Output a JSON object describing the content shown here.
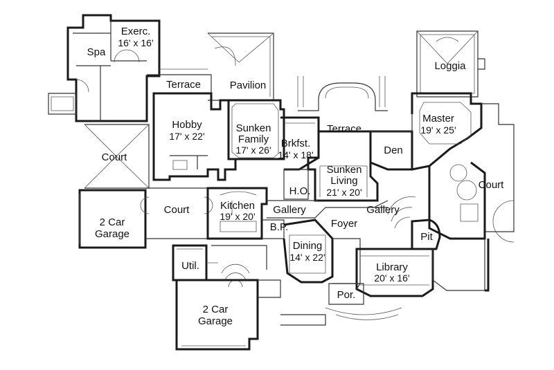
{
  "rooms": [
    {
      "key": "exercise",
      "name": "Exerc.",
      "size": "16' x 16'"
    },
    {
      "key": "spa",
      "name": "Spa",
      "size": ""
    },
    {
      "key": "terrace_left",
      "name": "Terrace",
      "size": ""
    },
    {
      "key": "pavilion",
      "name": "Pavilion",
      "size": ""
    },
    {
      "key": "loggia",
      "name": "Loggia",
      "size": ""
    },
    {
      "key": "hobby",
      "name": "Hobby",
      "size": "17' x 22'"
    },
    {
      "key": "sunken_family",
      "name": "Sunken",
      "name2": "Family",
      "size": "17' x 26'"
    },
    {
      "key": "breakfast",
      "name": "Brkfst.",
      "size": "14' x 18'"
    },
    {
      "key": "terrace_center",
      "name": "Terrace",
      "size": ""
    },
    {
      "key": "den",
      "name": "Den",
      "size": ""
    },
    {
      "key": "master",
      "name": "Master",
      "size": "19' x 25'"
    },
    {
      "key": "court_left",
      "name": "Court",
      "size": ""
    },
    {
      "key": "sunken_living",
      "name": "Sunken",
      "name2": "Living",
      "size": "21' x 20'"
    },
    {
      "key": "ho",
      "name": "H.O.",
      "size": ""
    },
    {
      "key": "court_right",
      "name": "Court",
      "size": ""
    },
    {
      "key": "court_mid",
      "name": "Court",
      "size": ""
    },
    {
      "key": "kitchen",
      "name": "Kitchen",
      "size": "19' x 20'"
    },
    {
      "key": "gallery_left",
      "name": "Gallery",
      "size": ""
    },
    {
      "key": "gallery_right",
      "name": "Gallery",
      "size": ""
    },
    {
      "key": "foyer",
      "name": "Foyer",
      "size": ""
    },
    {
      "key": "garage_left",
      "name": "2 Car",
      "name2": "Garage",
      "size": ""
    },
    {
      "key": "bp",
      "name": "B.P.",
      "size": ""
    },
    {
      "key": "pit",
      "name": "Pit",
      "size": ""
    },
    {
      "key": "dining",
      "name": "Dining",
      "size": "14' x 22'"
    },
    {
      "key": "util",
      "name": "Util.",
      "size": ""
    },
    {
      "key": "library",
      "name": "Library",
      "size": "20' x 16'"
    },
    {
      "key": "porch",
      "name": "Por.",
      "size": ""
    },
    {
      "key": "garage_bottom",
      "name": "2 Car",
      "name2": "Garage",
      "size": ""
    }
  ]
}
